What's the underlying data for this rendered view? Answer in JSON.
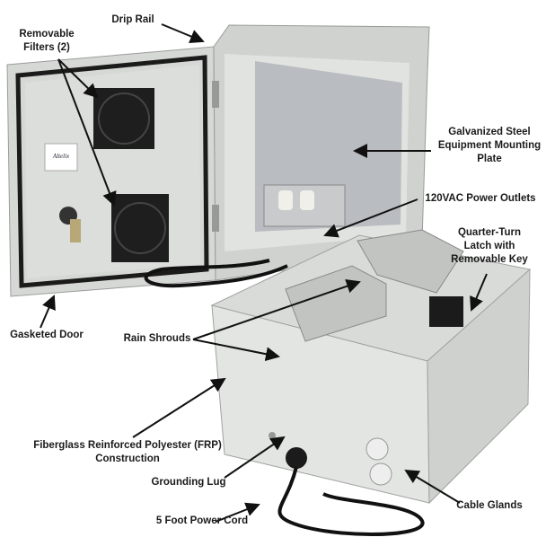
{
  "logo_text": "Altelix",
  "colors": {
    "enclosure": "#d9dbd8",
    "gasket": "#1b1b1b",
    "plate": "#bfc3c6",
    "steel": "#c8cacc",
    "label_text": "#1a1a1a"
  },
  "callouts": {
    "drip_rail": "Drip Rail",
    "removable_filters": [
      "Removable",
      "Filters (2)"
    ],
    "mounting_plate": [
      "Galvanized Steel",
      "Equipment Mounting",
      "Plate"
    ],
    "power_outlets": "120VAC Power Outlets",
    "latch": [
      "Quarter-Turn",
      "Latch with",
      "Removable Key"
    ],
    "gasketed_door": "Gasketed Door",
    "rain_shrouds": "Rain Shrouds",
    "frp": [
      "Fiberglass Reinforced Polyester (FRP)",
      "Construction"
    ],
    "grounding_lug": "Grounding Lug",
    "power_cord": "5 Foot Power Cord",
    "cable_glands": "Cable Glands"
  }
}
